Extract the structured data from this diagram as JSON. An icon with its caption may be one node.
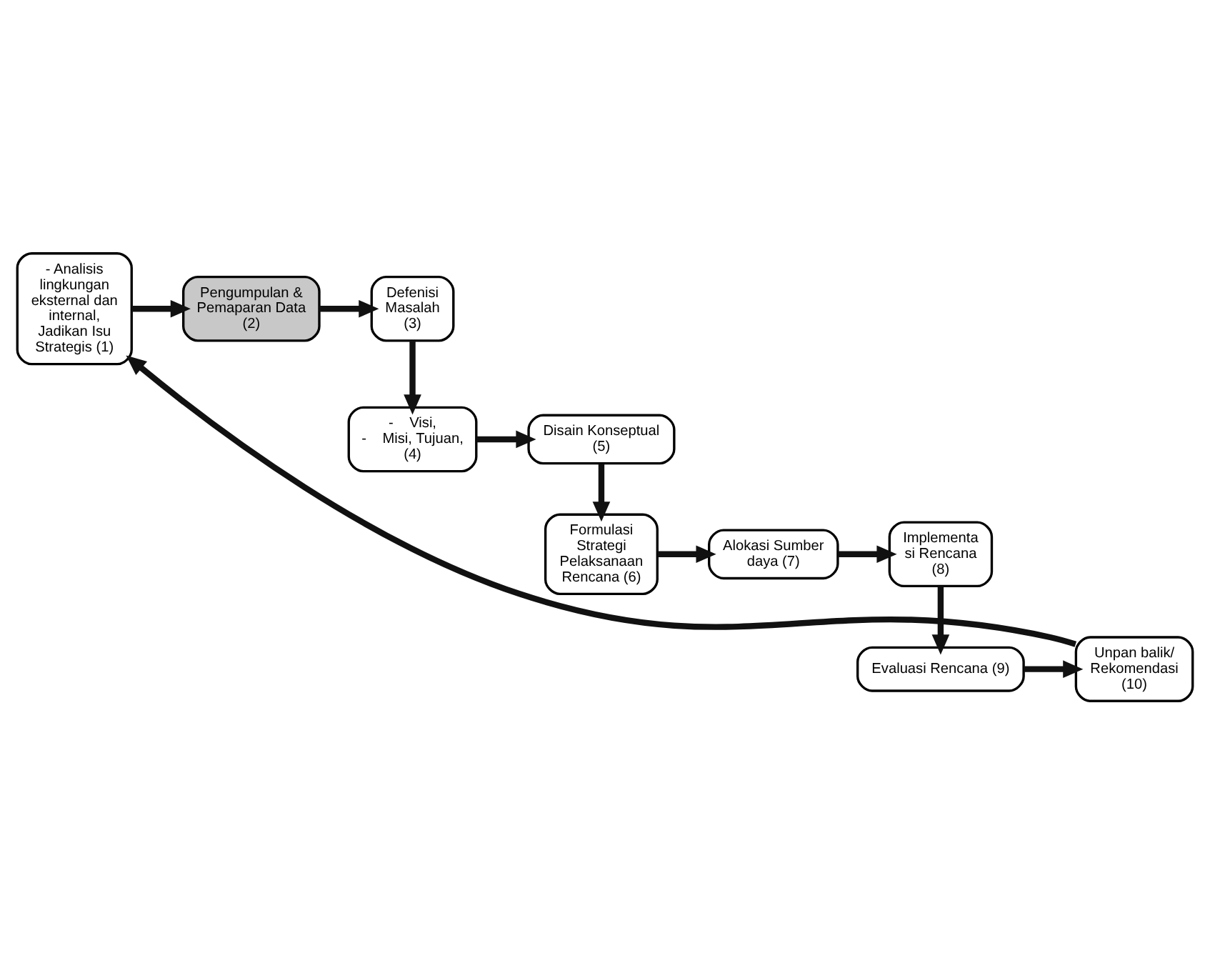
{
  "diagram": {
    "nodes": [
      {
        "text": [
          "- Analisis lingkungan eksternal dan internal, Jadikan Isu Strategis (1)"
        ]
      },
      {
        "text": [
          "Pengumpulan & Pemaparan Data (2)"
        ]
      },
      {
        "text": [
          "Defenisi Masalah (3)"
        ]
      },
      {
        "text": [
          "-    Visi,",
          "-    Misi, Tujuan,  (4)"
        ]
      },
      {
        "text": [
          "Disain Konseptual (5)"
        ]
      },
      {
        "text": [
          "Formulasi Strategi Pelaksanaan Rencana (6)"
        ]
      },
      {
        "text": [
          "Alokasi Sumber daya (7)"
        ]
      },
      {
        "text": [
          "Implementa si Rencana (8)"
        ]
      },
      {
        "text": [
          "Evaluasi Rencana (9)"
        ]
      },
      {
        "text": [
          "Unpan balik/ Rekomendasi (10)"
        ]
      }
    ],
    "edges": [
      {
        "from": 0,
        "to": 1,
        "arrow": "to"
      },
      {
        "from": 1,
        "to": 2,
        "arrow": "to"
      },
      {
        "from": 2,
        "to": 3,
        "arrow": "to"
      },
      {
        "from": 3,
        "to": 4,
        "arrow": "to"
      },
      {
        "from": 4,
        "to": 5,
        "arrow": "to"
      },
      {
        "from": 5,
        "to": 6,
        "arrow": "to"
      },
      {
        "from": 6,
        "to": 7,
        "arrow": "to"
      },
      {
        "from": 7,
        "to": 8,
        "arrow": "to"
      },
      {
        "from": 8,
        "to": 9,
        "arrow": "to"
      },
      {
        "from": 9,
        "to": 0,
        "arrow": "to"
      }
    ]
  }
}
